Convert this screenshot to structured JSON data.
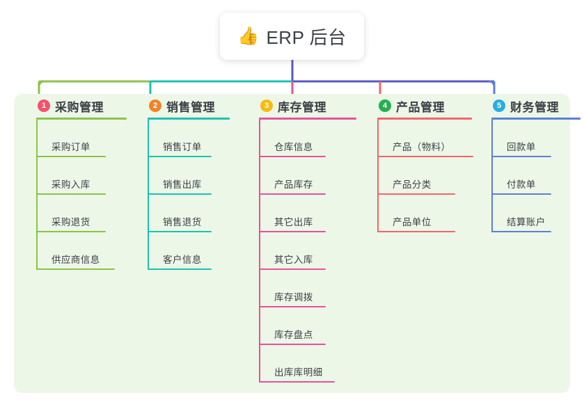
{
  "title": {
    "icon": "thumbs-up-icon",
    "icon_glyph": "👍",
    "text": "ERP 后台"
  },
  "panel": {
    "background": "#edf7e8"
  },
  "columns": [
    {
      "number": "1",
      "title": "采购管理",
      "badge_color": "#f4526a",
      "line_color": "#8cc24a",
      "items": [
        {
          "label": "采购订单"
        },
        {
          "label": "采购入库"
        },
        {
          "label": "采购退货"
        },
        {
          "label": "供应商信息"
        }
      ]
    },
    {
      "number": "2",
      "title": "销售管理",
      "badge_color": "#f08327",
      "line_color": "#18c3b2",
      "items": [
        {
          "label": "销售订单"
        },
        {
          "label": "销售出库"
        },
        {
          "label": "销售退货"
        },
        {
          "label": "客户信息"
        }
      ]
    },
    {
      "number": "3",
      "title": "库存管理",
      "badge_color": "#f7bc12",
      "line_color": "#e8509a",
      "items": [
        {
          "label": "仓库信息"
        },
        {
          "label": "产品库存"
        },
        {
          "label": "其它出库"
        },
        {
          "label": "其它入库"
        },
        {
          "label": "库存调拨"
        },
        {
          "label": "库存盘点"
        },
        {
          "label": "出库库明细"
        }
      ]
    },
    {
      "number": "4",
      "title": "产品管理",
      "badge_color": "#22b14c",
      "line_color": "#f4636a",
      "items": [
        {
          "label": "产品（物料）"
        },
        {
          "label": "产品分类"
        },
        {
          "label": "产品单位"
        }
      ]
    },
    {
      "number": "5",
      "title": "财务管理",
      "badge_color": "#29ace3",
      "line_color": "#5a7fd6",
      "items": [
        {
          "label": "回款单"
        },
        {
          "label": "付款单"
        },
        {
          "label": "结算账户"
        }
      ]
    }
  ],
  "connector": {
    "trunk_color": "#5a55c8",
    "bus_segments": [
      {
        "color": "#8cc24a"
      },
      {
        "color": "#18c3b2"
      },
      {
        "color": "#5a55c8"
      },
      {
        "color": "#5a55c8"
      }
    ],
    "drops": [
      {
        "color": "#8cc24a"
      },
      {
        "color": "#18c3b2"
      },
      {
        "color": "#e8509a"
      },
      {
        "color": "#f4636a"
      },
      {
        "color": "#5a7fd6"
      }
    ]
  }
}
